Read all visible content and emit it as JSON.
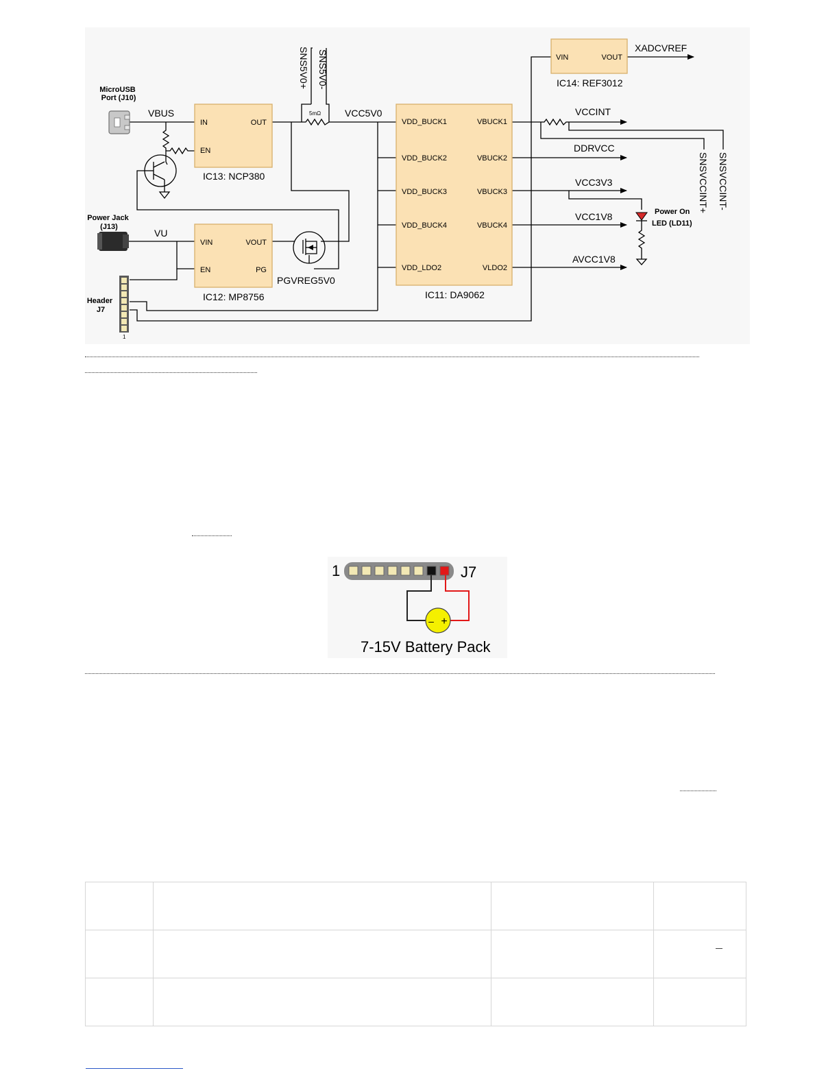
{
  "power_diagram": {
    "sources": {
      "usb_title": [
        "MicroUSB",
        "Port (J10)"
      ],
      "jack_title": [
        "Power Jack",
        "(J13)"
      ],
      "header_title": [
        "Header",
        "J7"
      ],
      "header_pin": "1"
    },
    "nets": {
      "vbus": "VBUS",
      "vu": "VU",
      "vcc5v0": "VCC5V0",
      "pgvreg5v0": "PGVREG5V0",
      "sns5v0_pos": "SNS5V0+",
      "sns5v0_neg": "SNS5V0-",
      "shunt": "5mΩ",
      "vccint": "VCCINT",
      "ddrvcc": "DDRVCC",
      "vcc3v3": "VCC3V3",
      "vcc1v8": "VCC1V8",
      "avcc1v8": "AVCC1V8",
      "xadcvref": "XADCVREF",
      "snsvccint_pos": "SNSVCCINT+",
      "snsvccint_neg": "SNSVCCINT-"
    },
    "led_title": [
      "Power On",
      "LED (LD11)"
    ],
    "chips": {
      "ic13": {
        "name": "IC13: NCP380",
        "pins": [
          "IN",
          "OUT",
          "EN"
        ]
      },
      "ic12": {
        "name": "IC12: MP8756",
        "pins": [
          "VIN",
          "VOUT",
          "EN",
          "PG"
        ]
      },
      "ic14": {
        "name": "IC14: REF3012",
        "pins": [
          "VIN",
          "VOUT"
        ]
      },
      "ic11": {
        "name": "IC11: DA9062",
        "left_pins": [
          "VDD_BUCK1",
          "VDD_BUCK2",
          "VDD_BUCK3",
          "VDD_BUCK4",
          "VDD_LDO2"
        ],
        "right_pins": [
          "VBUCK1",
          "VBUCK2",
          "VBUCK3",
          "VBUCK4",
          "VLDO2"
        ]
      }
    }
  },
  "battery_diagram": {
    "pin_one": "1",
    "header": "J7",
    "caption": "7-15V Battery Pack",
    "minus": "–",
    "plus": "+"
  }
}
